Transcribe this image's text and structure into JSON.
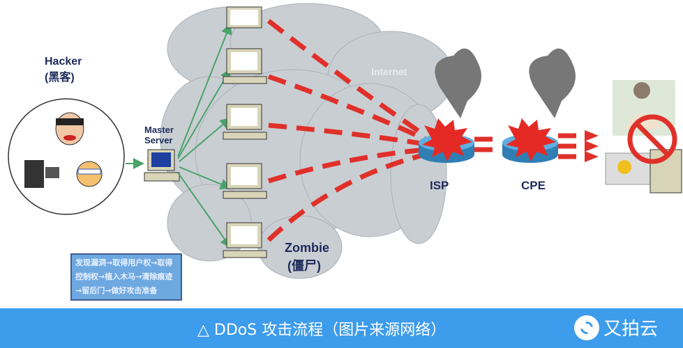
{
  "labels": {
    "hacker": "Hacker",
    "hacker_cn": "(黑客)",
    "master_server_line1": "Master",
    "master_server_line2": "Server",
    "internet": "Internet",
    "zombie": "Zombie",
    "zombie_cn": "(僵尸)",
    "isp": "ISP",
    "cpe": "CPE"
  },
  "callout": {
    "text": "发现漏洞→取得用户权→取得控制权→植入木马→清除痕迹→留后门→做好攻击准备"
  },
  "caption": {
    "text": "△ DDoS 攻击流程（图片来源网络）",
    "brand": "又拍云"
  },
  "colors": {
    "caption_bar": "#3d9cec",
    "attack_lines": "#e0302a",
    "control_lines": "#4aa36a",
    "cloud": "#c9ced3",
    "router": "#3f95c9"
  }
}
